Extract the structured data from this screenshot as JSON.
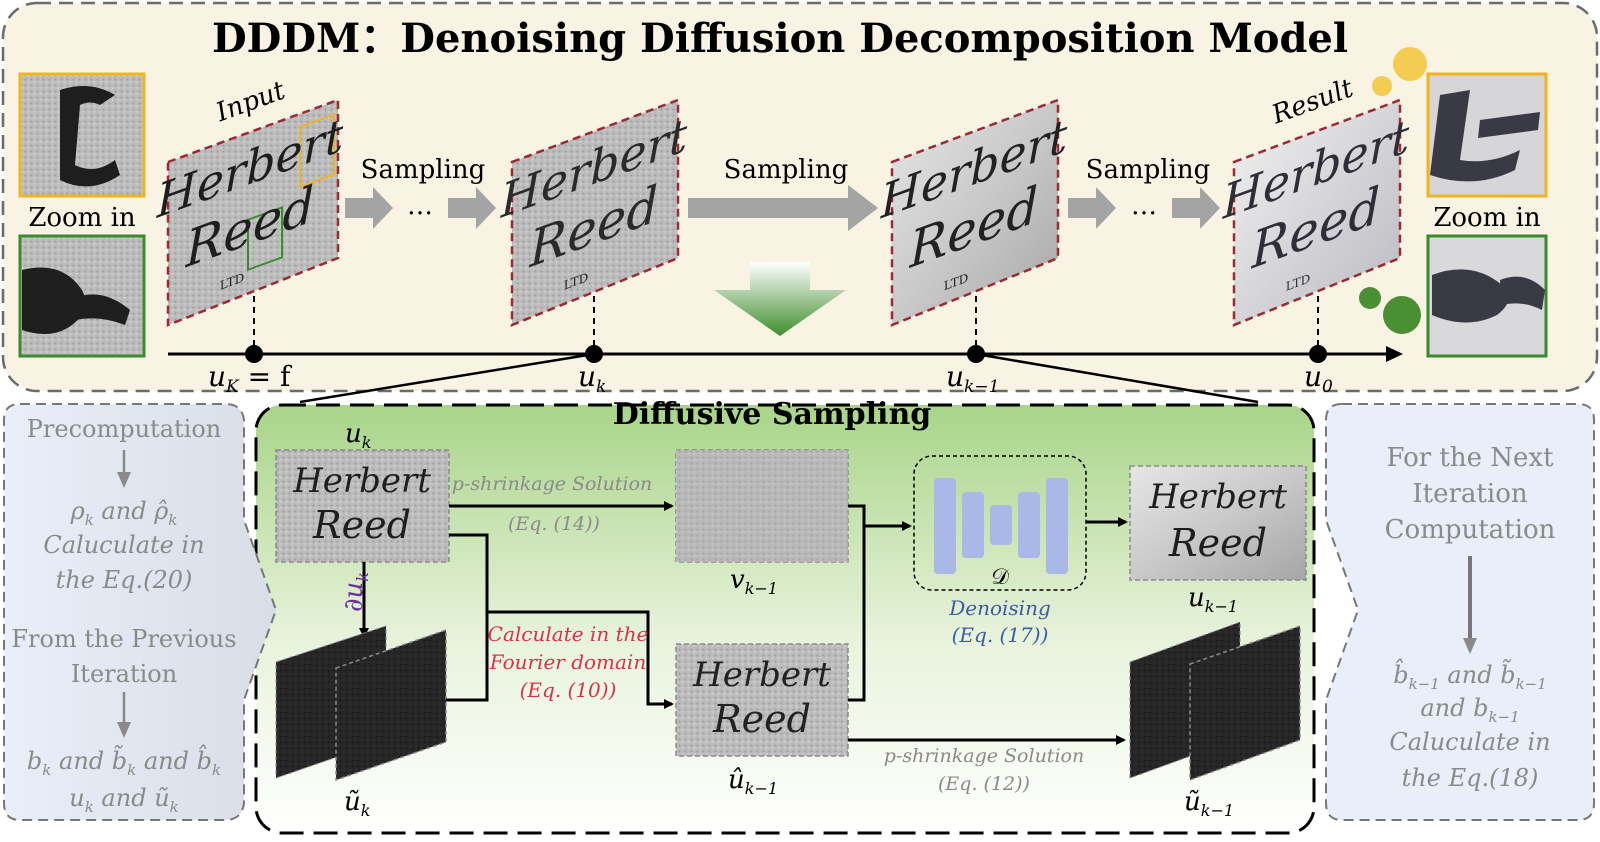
{
  "title": "DDDM：Denoising Diffusion Decomposition Model",
  "top": {
    "input_label": "Input",
    "result_label": "Result",
    "sampling_label": "Sampling",
    "ellipsis": "…",
    "zoom_left": "Zoom in",
    "zoom_right": "Zoom in",
    "image_text_line1": "Herbert",
    "image_text_line2": "Reed",
    "image_text_mark": "LTD",
    "timeline": {
      "uK": "u",
      "uK_sub": "K",
      "uK_eq": " = f",
      "uk": "u",
      "uk_sub": "k",
      "ukm1": "u",
      "ukm1_sub": "k−1",
      "u0": "u",
      "u0_sub": "0"
    }
  },
  "left_panel": {
    "heading": "Precomputation",
    "rho_line": "ρ",
    "rho_sub": "k",
    "rho_and": " and ",
    "rho_hat": "ρ̂",
    "calc1": "Caluculate in",
    "calc2": "the Eq.(20)",
    "from1": "From the Previous",
    "from2": "Iteration",
    "b_line": "b",
    "b_sub": "k",
    "and": " and ",
    "b_tilde": "b̃",
    "b_hat": "b̂",
    "u_line": "u",
    "u_tilde": "ũ"
  },
  "center": {
    "heading": "Diffusive Sampling",
    "uk_label": "u",
    "uk_sub": "k",
    "partial_label": "∂u",
    "partial_sub": "k",
    "pshrink_top": "p-shrinkage Solution",
    "eq14": "(Eq. (14))",
    "vk_label": "v",
    "vk_sub": "k−1",
    "fourier1": "Calculate in the",
    "fourier2": "Fourier domain",
    "eq10": "(Eq. (10))",
    "uhat_label": "û",
    "uhat_sub": "k−1",
    "pshrink_bottom": "p-shrinkage Solution",
    "eq12": "(Eq. (12))",
    "utilde_label": "ũ",
    "utilde_sub": "k",
    "utilde_out_label": "ũ",
    "utilde_out_sub": "k−1",
    "denoiser_symbol": "𝒟",
    "denoising": "Denoising",
    "eq17": "(Eq. (17))",
    "out_label": "u",
    "out_sub": "k−1"
  },
  "right_panel": {
    "line1": "For the Next",
    "line2": "Iteration",
    "line3": "Computation",
    "b_hat": "b̂",
    "b_sub": "k−1",
    "and": " and ",
    "b_tilde": "b̃",
    "and_b": "and ",
    "b": "b",
    "calc1": "Caluculate in",
    "calc2": "the Eq.(18)"
  },
  "colors": {
    "top_bg": "#f8f3e2",
    "side_bg": "#e9eef8",
    "center_bg_top": "#a8d488",
    "center_bg_bottom": "#ffffff",
    "red_dash": "#9b2a33",
    "gold": "#f0b323",
    "green": "#3a8a2e",
    "fourier_text": "#d8334a",
    "denoise_text": "#3d5aa8",
    "unet_blue": "#a9b8e6",
    "partial_purple": "#6b2fa0",
    "gray_text": "#8a8a8a"
  }
}
